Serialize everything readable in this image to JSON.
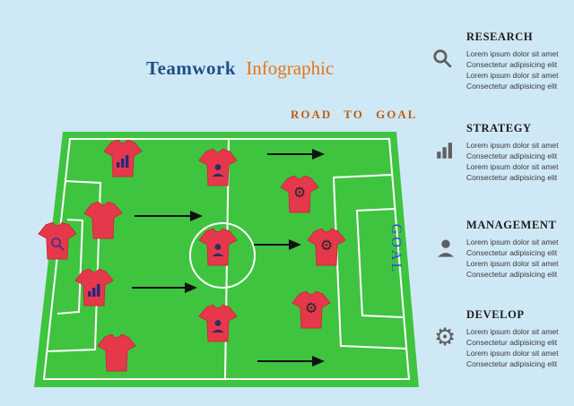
{
  "title": {
    "main": "Teamwork",
    "accent": "Infographic"
  },
  "field": {
    "road_label": "ROAD TO GOAL",
    "goal_label": "GOAL"
  },
  "glyphs": {
    "gear": "⚙"
  },
  "sections": [
    {
      "heading": "RESEARCH",
      "icon": "magnifier-icon",
      "lines": [
        "Lorem ipsum dolor sit amet",
        "Consectetur adipisicing elit",
        "Lorem ipsum dolor sit amet",
        "Consectetur adipisicing elit"
      ]
    },
    {
      "heading": "STRATEGY",
      "icon": "bar-chart-icon",
      "lines": [
        "Lorem ipsum dolor sit amet",
        "Consectetur adipisicing elit",
        "Lorem ipsum dolor sit amet",
        "Consectetur adipisicing elit"
      ]
    },
    {
      "heading": "MANAGEMENT",
      "icon": "person-icon",
      "lines": [
        "Lorem ipsum dolor sit amet",
        "Consectetur adipisicing elit",
        "Lorem ipsum dolor sit amet",
        "Consectetur adipisicing elit"
      ]
    },
    {
      "heading": "DEVELOP",
      "icon": "gear-icon",
      "lines": [
        "Lorem ipsum dolor sit amet",
        "Consectetur adipisicing elit",
        "Lorem ipsum dolor sit amet",
        "Consectetur adipisicing elit"
      ]
    }
  ],
  "players": [
    {
      "icon": "bar-chart"
    },
    {
      "icon": "person"
    },
    {
      "icon": "gear"
    },
    {
      "icon": "plain"
    },
    {
      "icon": "magnifier"
    },
    {
      "icon": "person"
    },
    {
      "icon": "gear"
    },
    {
      "icon": "bar-chart"
    },
    {
      "icon": "gear"
    },
    {
      "icon": "person"
    },
    {
      "icon": "plain"
    }
  ],
  "colors": {
    "background": "#cfe8f5",
    "field_green": "#3fc43f",
    "jersey_red": "#e5394b",
    "title_blue": "#1d4e89",
    "accent_orange": "#e2761b",
    "road_orange": "#bf5a15",
    "goal_blue": "#2b4fd8"
  }
}
